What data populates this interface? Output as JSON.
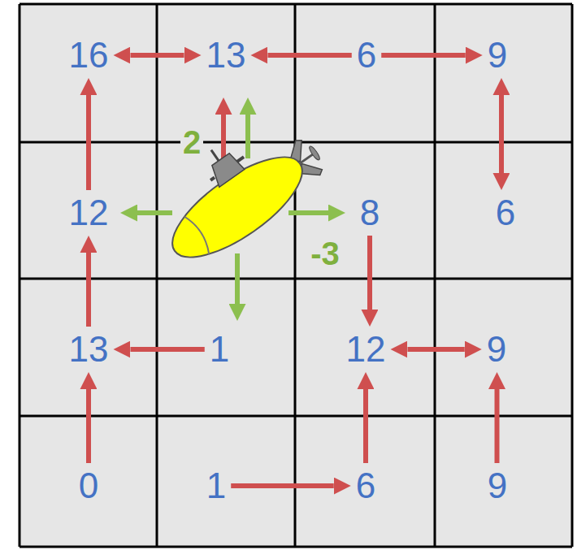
{
  "diagram": {
    "nodes": [
      {
        "text": [
          "16"
        ]
      },
      {
        "text": [
          "13"
        ]
      },
      {
        "text": [
          "6"
        ]
      },
      {
        "text": [
          "9"
        ]
      },
      {
        "text": [
          "12"
        ]
      },
      {
        "text": [
          "8"
        ]
      },
      {
        "text": [
          "6"
        ]
      },
      {
        "text": [
          "13"
        ]
      },
      {
        "text": [
          "1"
        ]
      },
      {
        "text": [
          "12"
        ]
      },
      {
        "text": [
          "9"
        ]
      },
      {
        "text": [
          "0"
        ]
      },
      {
        "text": [
          "1"
        ]
      },
      {
        "text": [
          "6"
        ]
      },
      {
        "text": [
          "9"
        ]
      }
    ],
    "edges": [
      {
        "from": 0,
        "to": 1,
        "arrow": "both"
      },
      {
        "from": 2,
        "to": 1,
        "arrow": "to"
      },
      {
        "from": 2,
        "to": 3,
        "arrow": "to"
      },
      {
        "from": 3,
        "to": 6,
        "arrow": "both"
      },
      {
        "from": 4,
        "to": 0,
        "arrow": "to"
      },
      {
        "from": 5,
        "to": 9,
        "arrow": "to"
      },
      {
        "from": 7,
        "to": 4,
        "arrow": "to"
      },
      {
        "from": 8,
        "to": 7,
        "arrow": "to"
      },
      {
        "from": 9,
        "to": 10,
        "arrow": "both"
      },
      {
        "from": 11,
        "to": 7,
        "arrow": "to"
      },
      {
        "from": 12,
        "to": 13,
        "arrow": "to"
      },
      {
        "from": 13,
        "to": 9,
        "arrow": "to"
      },
      {
        "from": 14,
        "to": 10,
        "arrow": "to"
      }
    ],
    "labels": [
      "2",
      "-3"
    ]
  }
}
